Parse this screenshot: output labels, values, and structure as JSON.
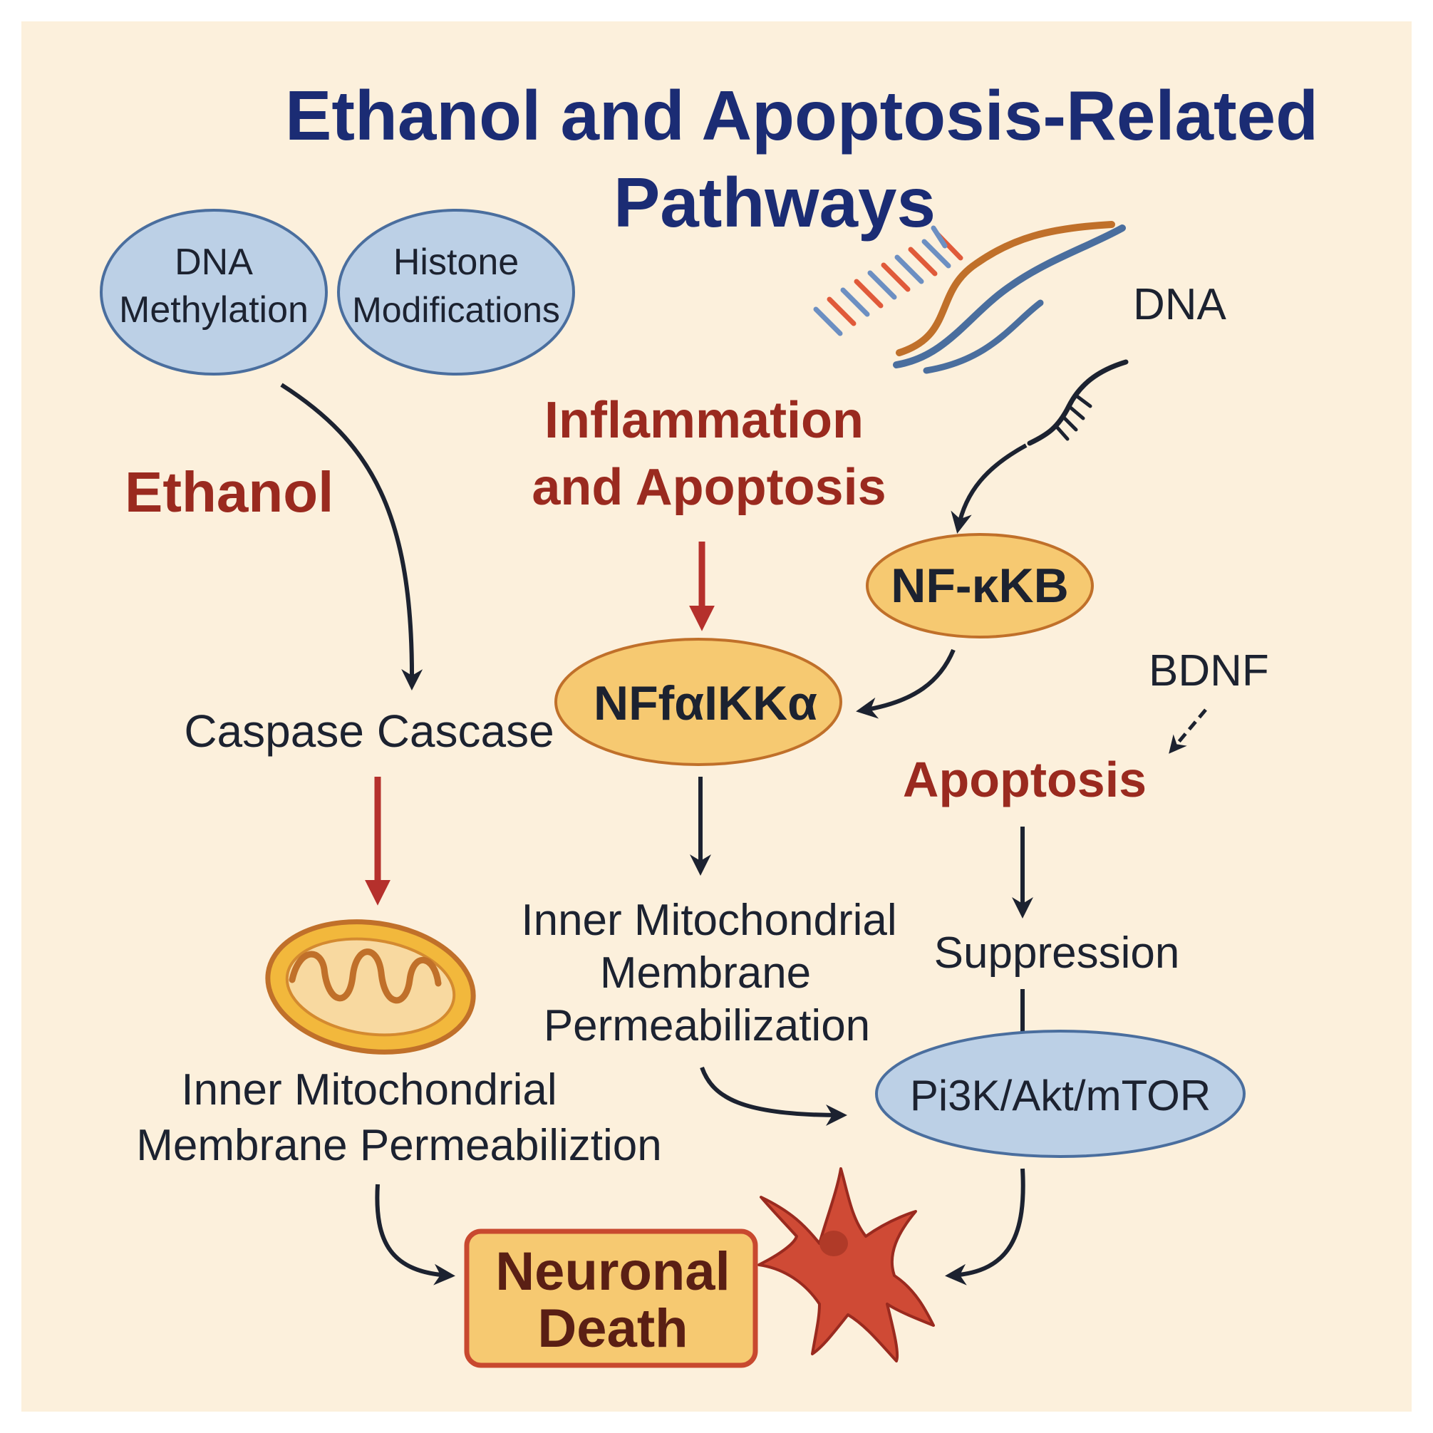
{
  "title": {
    "line1": "Ethanol and Apoptosis-Related",
    "line2": "Pathways"
  },
  "nodes": {
    "dna_methylation": {
      "line1": "DNA",
      "line2": "Methylation"
    },
    "histone_modifications": {
      "line1": "Histone",
      "line2": "Modifications"
    },
    "dna_label": "DNA",
    "inflammation": {
      "line1": "Inflammation",
      "line2": "and Apoptosis"
    },
    "ethanol": "Ethanol",
    "nfkb": "NF-κKB",
    "nf_ikk": "NFfαIKKα",
    "bdnf": "BDNF",
    "caspase_cascade": "Caspase Cascase",
    "apoptosis": "Apoptosis",
    "inner_mito_center": {
      "line1": "Inner Mitochondrial",
      "line2": "Membrane",
      "line3": "Permeabilization"
    },
    "suppression": "Suppression",
    "pi3k": "Pi3K/Akt/mTOR",
    "inner_mito_left": {
      "line1": "Inner Mitochondrial",
      "line2": "Membrane Permeabiliztion"
    },
    "neuronal_death": {
      "line1": "Neuronal",
      "line2": "Death"
    }
  },
  "icons": [
    "dna-helix-icon",
    "mitochondrion-icon",
    "neuron-icon",
    "rna-strand-icon"
  ],
  "colors": {
    "background": "#fcf0dc",
    "title": "#1b2c74",
    "red_text": "#9a2a1f",
    "red_arrow": "#b5302c",
    "dark_arrow": "#1c2230",
    "blue_node_fill": "#bcd0e6",
    "blue_node_stroke": "#4a6e9e",
    "orange_node_fill": "#f6c971",
    "orange_node_stroke": "#c0702a",
    "neuron": "#cf4a35"
  }
}
